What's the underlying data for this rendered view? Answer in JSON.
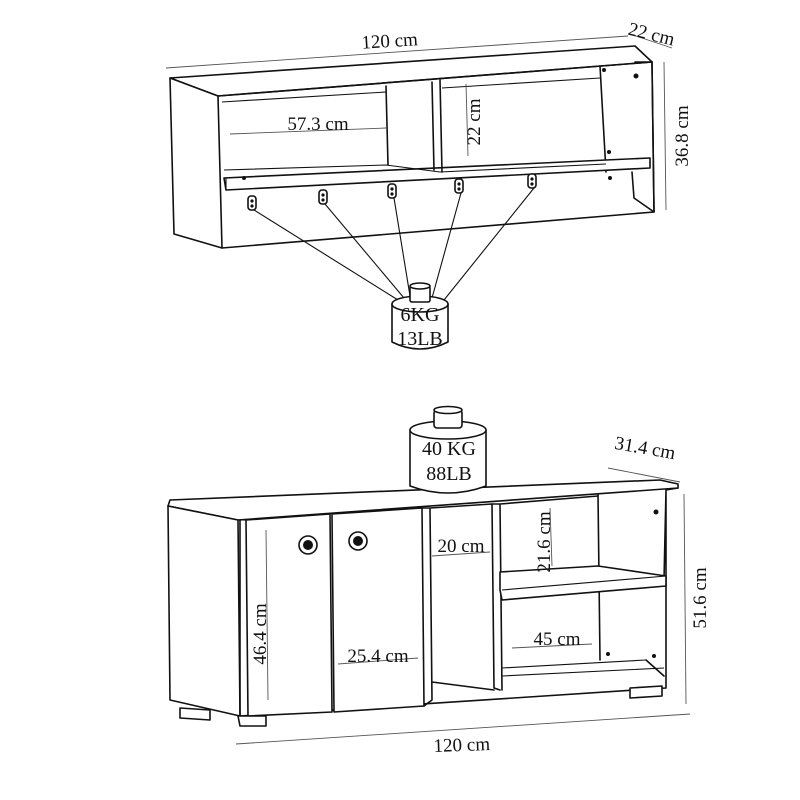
{
  "wall_shelf": {
    "width": "120 cm",
    "depth": "22 cm",
    "height": "36.8 cm",
    "compartment_width": "57.3 cm",
    "compartment_height": "22 cm",
    "hook_load_kg": "6KG",
    "hook_load_lb": "13LB"
  },
  "cabinet": {
    "width": "120 cm",
    "depth": "31.4 cm",
    "height": "51.6 cm",
    "door_height": "46.4 cm",
    "door_width": "25.4 cm",
    "middle_width": "20 cm",
    "shelf_height": "21.6 cm",
    "shelf_width": "45 cm",
    "top_load_kg": "40 KG",
    "top_load_lb": "88LB"
  },
  "colors": {
    "line": "#111111",
    "background": "#ffffff"
  }
}
